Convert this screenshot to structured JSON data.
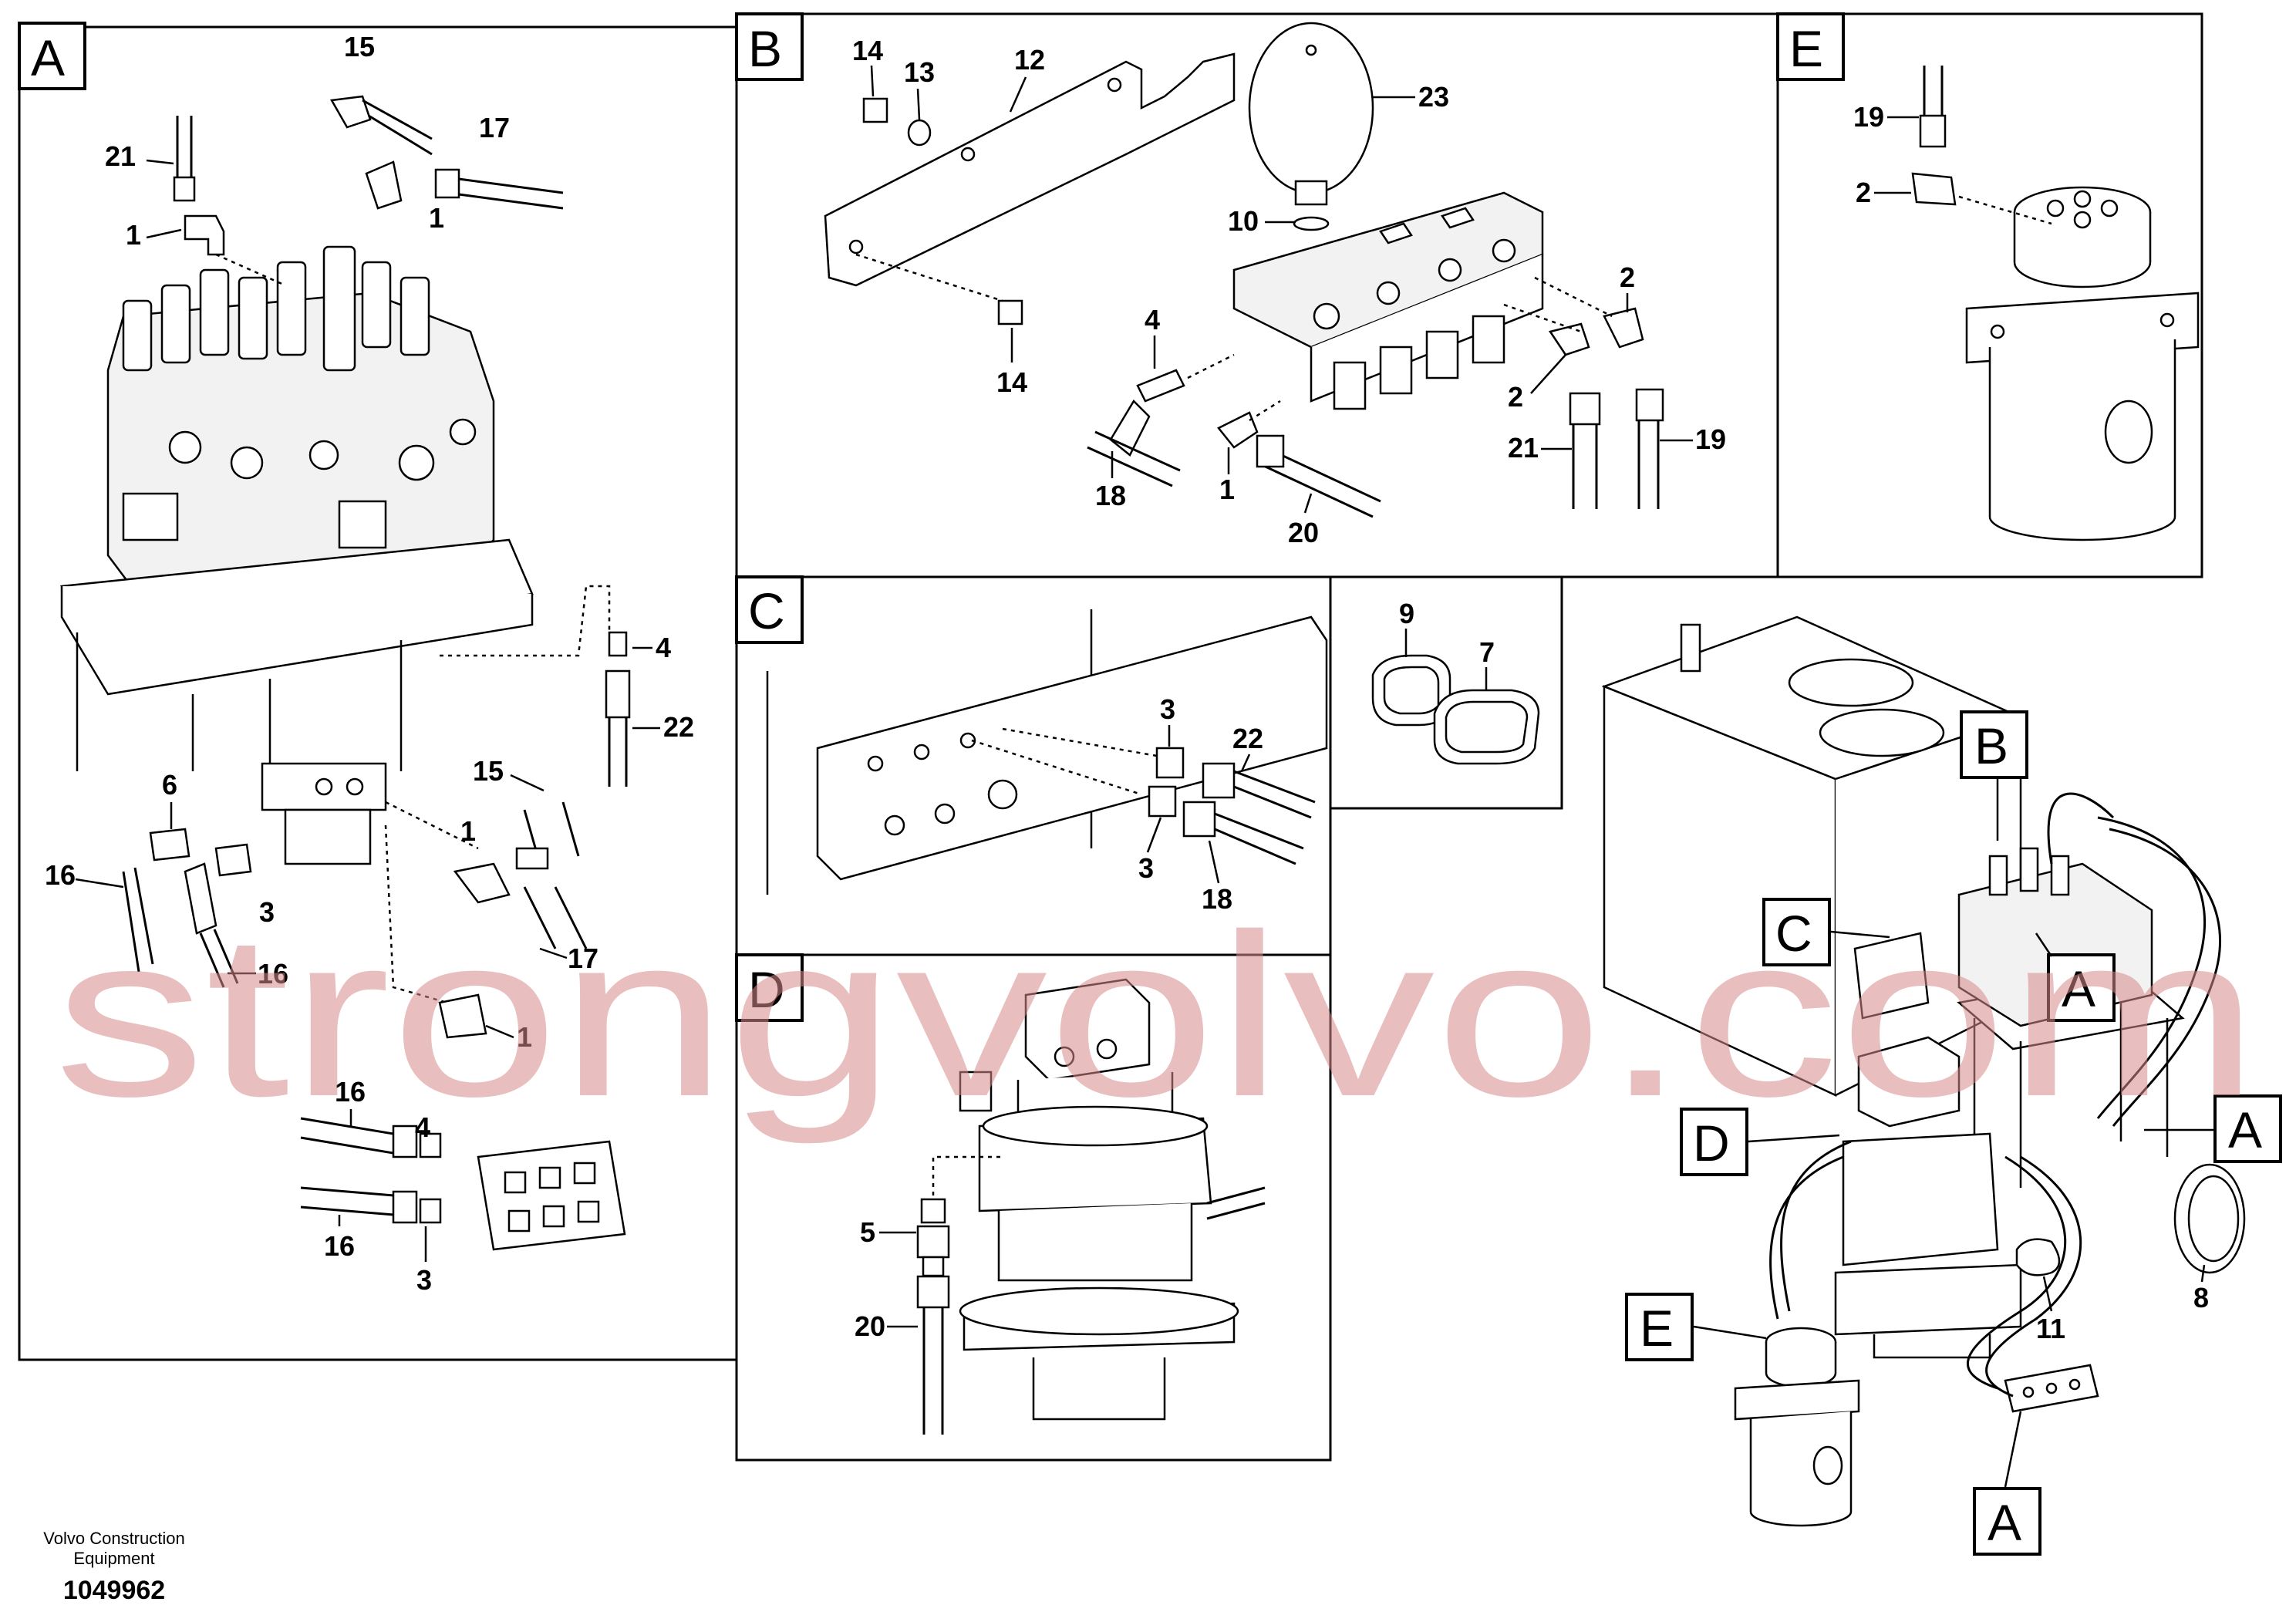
{
  "document": {
    "watermark": "strongvolvo.com",
    "footer": {
      "line1": "Volvo Construction",
      "line2": "Equipment",
      "drawing_no": "1049962"
    }
  },
  "panels": {
    "A": {
      "tag": "A",
      "callouts": [
        "15",
        "17",
        "21",
        "1",
        "1",
        "4",
        "22",
        "6",
        "15",
        "1",
        "16",
        "3",
        "17",
        "16",
        "1",
        "16",
        "4",
        "16",
        "3"
      ]
    },
    "B": {
      "tag": "B",
      "callouts": [
        "14",
        "13",
        "12",
        "23",
        "10",
        "14",
        "4",
        "2",
        "2",
        "21",
        "19",
        "18",
        "1",
        "20"
      ]
    },
    "C": {
      "tag": "C",
      "callouts": [
        "3",
        "22",
        "3",
        "18"
      ]
    },
    "seal": {
      "callouts": [
        "9",
        "7"
      ]
    },
    "D": {
      "tag": "D",
      "callouts": [
        "5",
        "20"
      ]
    },
    "E": {
      "tag": "E",
      "callouts": [
        "19",
        "2"
      ]
    },
    "overview": {
      "tags": [
        "B",
        "C",
        "A",
        "A",
        "D",
        "E",
        "A"
      ],
      "callouts": [
        "11",
        "8"
      ]
    }
  }
}
